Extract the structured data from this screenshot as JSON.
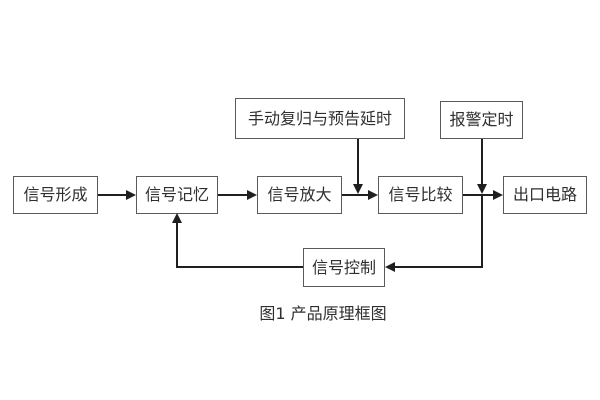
{
  "diagram": {
    "type": "block-diagram",
    "caption": "图1 产品原理框图",
    "nodes": {
      "signal_formation": {
        "label": "信号形成"
      },
      "signal_memory": {
        "label": "信号记忆"
      },
      "signal_amplification": {
        "label": "信号放大"
      },
      "signal_comparison": {
        "label": "信号比较"
      },
      "output_circuit": {
        "label": "出口电路"
      },
      "manual_reset_delay": {
        "label": "手动复归与预告延时"
      },
      "alarm_timing": {
        "label": "报警定时"
      },
      "signal_control": {
        "label": "信号控制"
      }
    },
    "edges": [
      {
        "from": "signal_formation",
        "to": "signal_memory",
        "style": "arrow-right"
      },
      {
        "from": "signal_memory",
        "to": "signal_amplification",
        "style": "arrow-right"
      },
      {
        "from": "signal_amplification",
        "to": "signal_comparison",
        "style": "arrow-right"
      },
      {
        "from": "signal_comparison",
        "to": "output_circuit",
        "style": "arrow-right"
      },
      {
        "from": "manual_reset_delay",
        "to": "junction on amplification-comparison link",
        "style": "arrow-down"
      },
      {
        "from": "alarm_timing",
        "to": "junction on comparison-output link",
        "style": "arrow-down"
      },
      {
        "from": "junction on comparison-output link",
        "to": "signal_control",
        "style": "arrow-left"
      },
      {
        "from": "signal_control",
        "to": "signal_memory",
        "style": "arrow-up"
      }
    ],
    "colors": {
      "line": "#1f1f1f",
      "box_border": "#5a5a5a",
      "text": "#2f2f2f",
      "background": "#ffffff"
    }
  }
}
